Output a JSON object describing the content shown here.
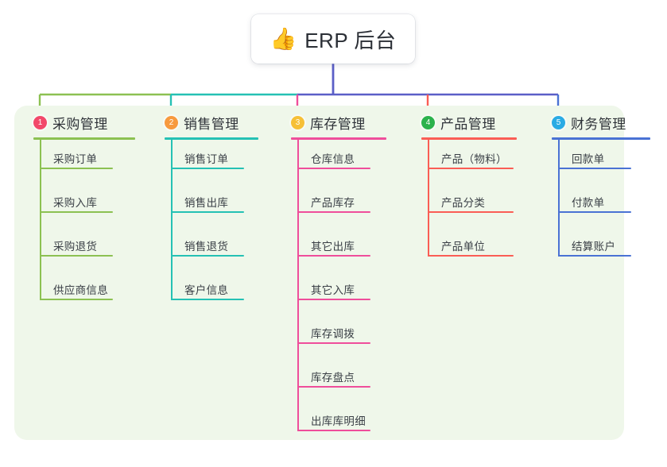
{
  "diagram": {
    "title_node": {
      "icon": "thumbs-up-emoji",
      "emoji": "👍",
      "label": "ERP 后台"
    },
    "panel_background": "#eff7ea",
    "trunk_color": "#5b5fc7",
    "branches": [
      {
        "number": "1",
        "label": "采购管理",
        "badge_color": "#f2486a",
        "line_color": "#8cc152",
        "items": [
          "采购订单",
          "采购入库",
          "采购退货",
          "供应商信息"
        ]
      },
      {
        "number": "2",
        "label": "销售管理",
        "badge_color": "#f79a3e",
        "line_color": "#25c1b4",
        "items": [
          "销售订单",
          "销售出库",
          "销售退货",
          "客户信息"
        ]
      },
      {
        "number": "3",
        "label": "库存管理",
        "badge_color": "#f6c037",
        "line_color": "#ef4e9b",
        "items": [
          "仓库信息",
          "产品库存",
          "其它出库",
          "其它入库",
          "库存调拨",
          "库存盘点",
          "出库库明细"
        ]
      },
      {
        "number": "4",
        "label": "产品管理",
        "badge_color": "#2bb24c",
        "line_color": "#fa5d55",
        "items": [
          "产品（物料）",
          "产品分类",
          "产品单位"
        ]
      },
      {
        "number": "5",
        "label": "财务管理",
        "badge_color": "#2aabe4",
        "line_color": "#4a72d4",
        "items": [
          "回款单",
          "付款单",
          "结算账户"
        ]
      }
    ]
  }
}
